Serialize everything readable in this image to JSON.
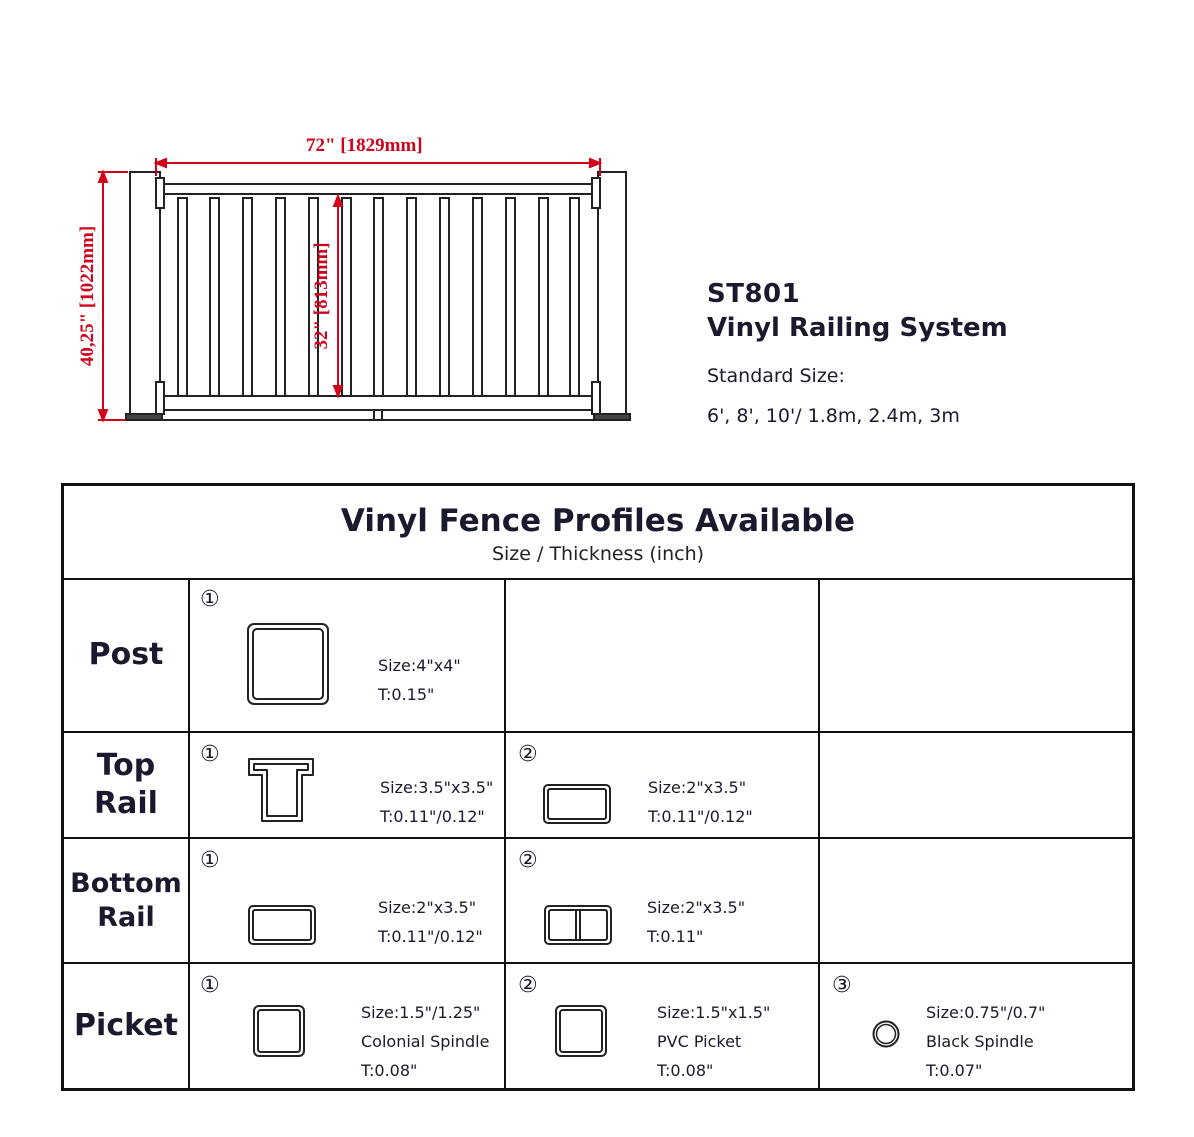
{
  "drawing": {
    "width_label": "72\" [1829mm]",
    "height_label": "40,25\" [1022mm]",
    "picket_label": "32\" [813mm]",
    "dimension_color": "#d0021b"
  },
  "product": {
    "code": "ST801",
    "name": "Vinyl Railing System",
    "standard_size_label": "Standard Size:",
    "standard_size_value": "6', 8', 10'/ 1.8m, 2.4m, 3m"
  },
  "table": {
    "title": "Vinyl Fence Profiles Available",
    "subtitle": "Size / Thickness (inch)",
    "rows": [
      {
        "label": "Post",
        "cells": [
          {
            "num": "①",
            "icon": "square-post-icon",
            "lines": [
              "Size:4\"x4\"",
              "T:0.15\""
            ]
          }
        ]
      },
      {
        "label": "Top Rail",
        "cells": [
          {
            "num": "①",
            "icon": "t-rail-icon",
            "lines": [
              "Size:3.5\"x3.5\"",
              "T:0.11\"/0.12\""
            ]
          },
          {
            "num": "②",
            "icon": "rect-rail-icon",
            "lines": [
              "Size:2\"x3.5\"",
              "T:0.11\"/0.12\""
            ]
          }
        ]
      },
      {
        "label": "Bottom Rail",
        "cells": [
          {
            "num": "①",
            "icon": "rect-rail-icon",
            "lines": [
              "Size:2\"x3.5\"",
              "T:0.11\"/0.12\""
            ]
          },
          {
            "num": "②",
            "icon": "double-rect-rail-icon",
            "lines": [
              "Size:2\"x3.5\"",
              "T:0.11\""
            ]
          }
        ]
      },
      {
        "label": "Picket",
        "cells": [
          {
            "num": "①",
            "icon": "square-picket-icon",
            "lines": [
              "Size:1.5\"/1.25\"",
              "Colonial Spindle",
              "T:0.08\""
            ]
          },
          {
            "num": "②",
            "icon": "square-picket-icon",
            "lines": [
              "Size:1.5\"x1.5\"",
              "PVC Picket",
              "T:0.08\""
            ]
          },
          {
            "num": "③",
            "icon": "round-spindle-icon",
            "lines": [
              "Size:0.75\"/0.7\"",
              "Black Spindle",
              "T:0.07\""
            ]
          }
        ]
      }
    ]
  }
}
